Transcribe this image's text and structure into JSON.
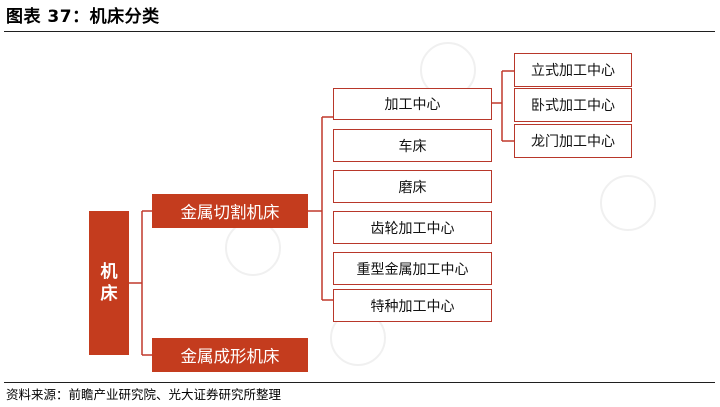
{
  "title": "图表 37：机床分类",
  "source": "资料来源：前瞻产业研究院、光大证券研究所整理",
  "colors": {
    "accent": "#c43c1e",
    "border": "#b8372a",
    "connector": "#c0392b"
  },
  "diagram": {
    "root": "机床",
    "level1": [
      "金属切割机床",
      "金属成形机床"
    ],
    "level2": [
      "加工中心",
      "车床",
      "磨床",
      "齿轮加工中心",
      "重型金属加工中心",
      "特种加工中心"
    ],
    "level3": [
      "立式加工中心",
      "卧式加工中心",
      "龙门加工中心"
    ]
  }
}
